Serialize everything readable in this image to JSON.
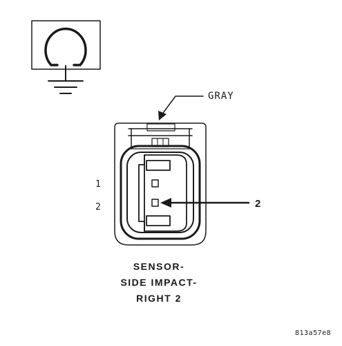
{
  "wire_color_label": "GRAY",
  "pins": [
    "1",
    "2"
  ],
  "callout_number": "2",
  "component_name_lines": [
    "SENSOR-",
    "SIDE IMPACT-",
    "RIGHT 2"
  ],
  "figure_code": "813a57e8",
  "icon": "ground-symbol-icon"
}
